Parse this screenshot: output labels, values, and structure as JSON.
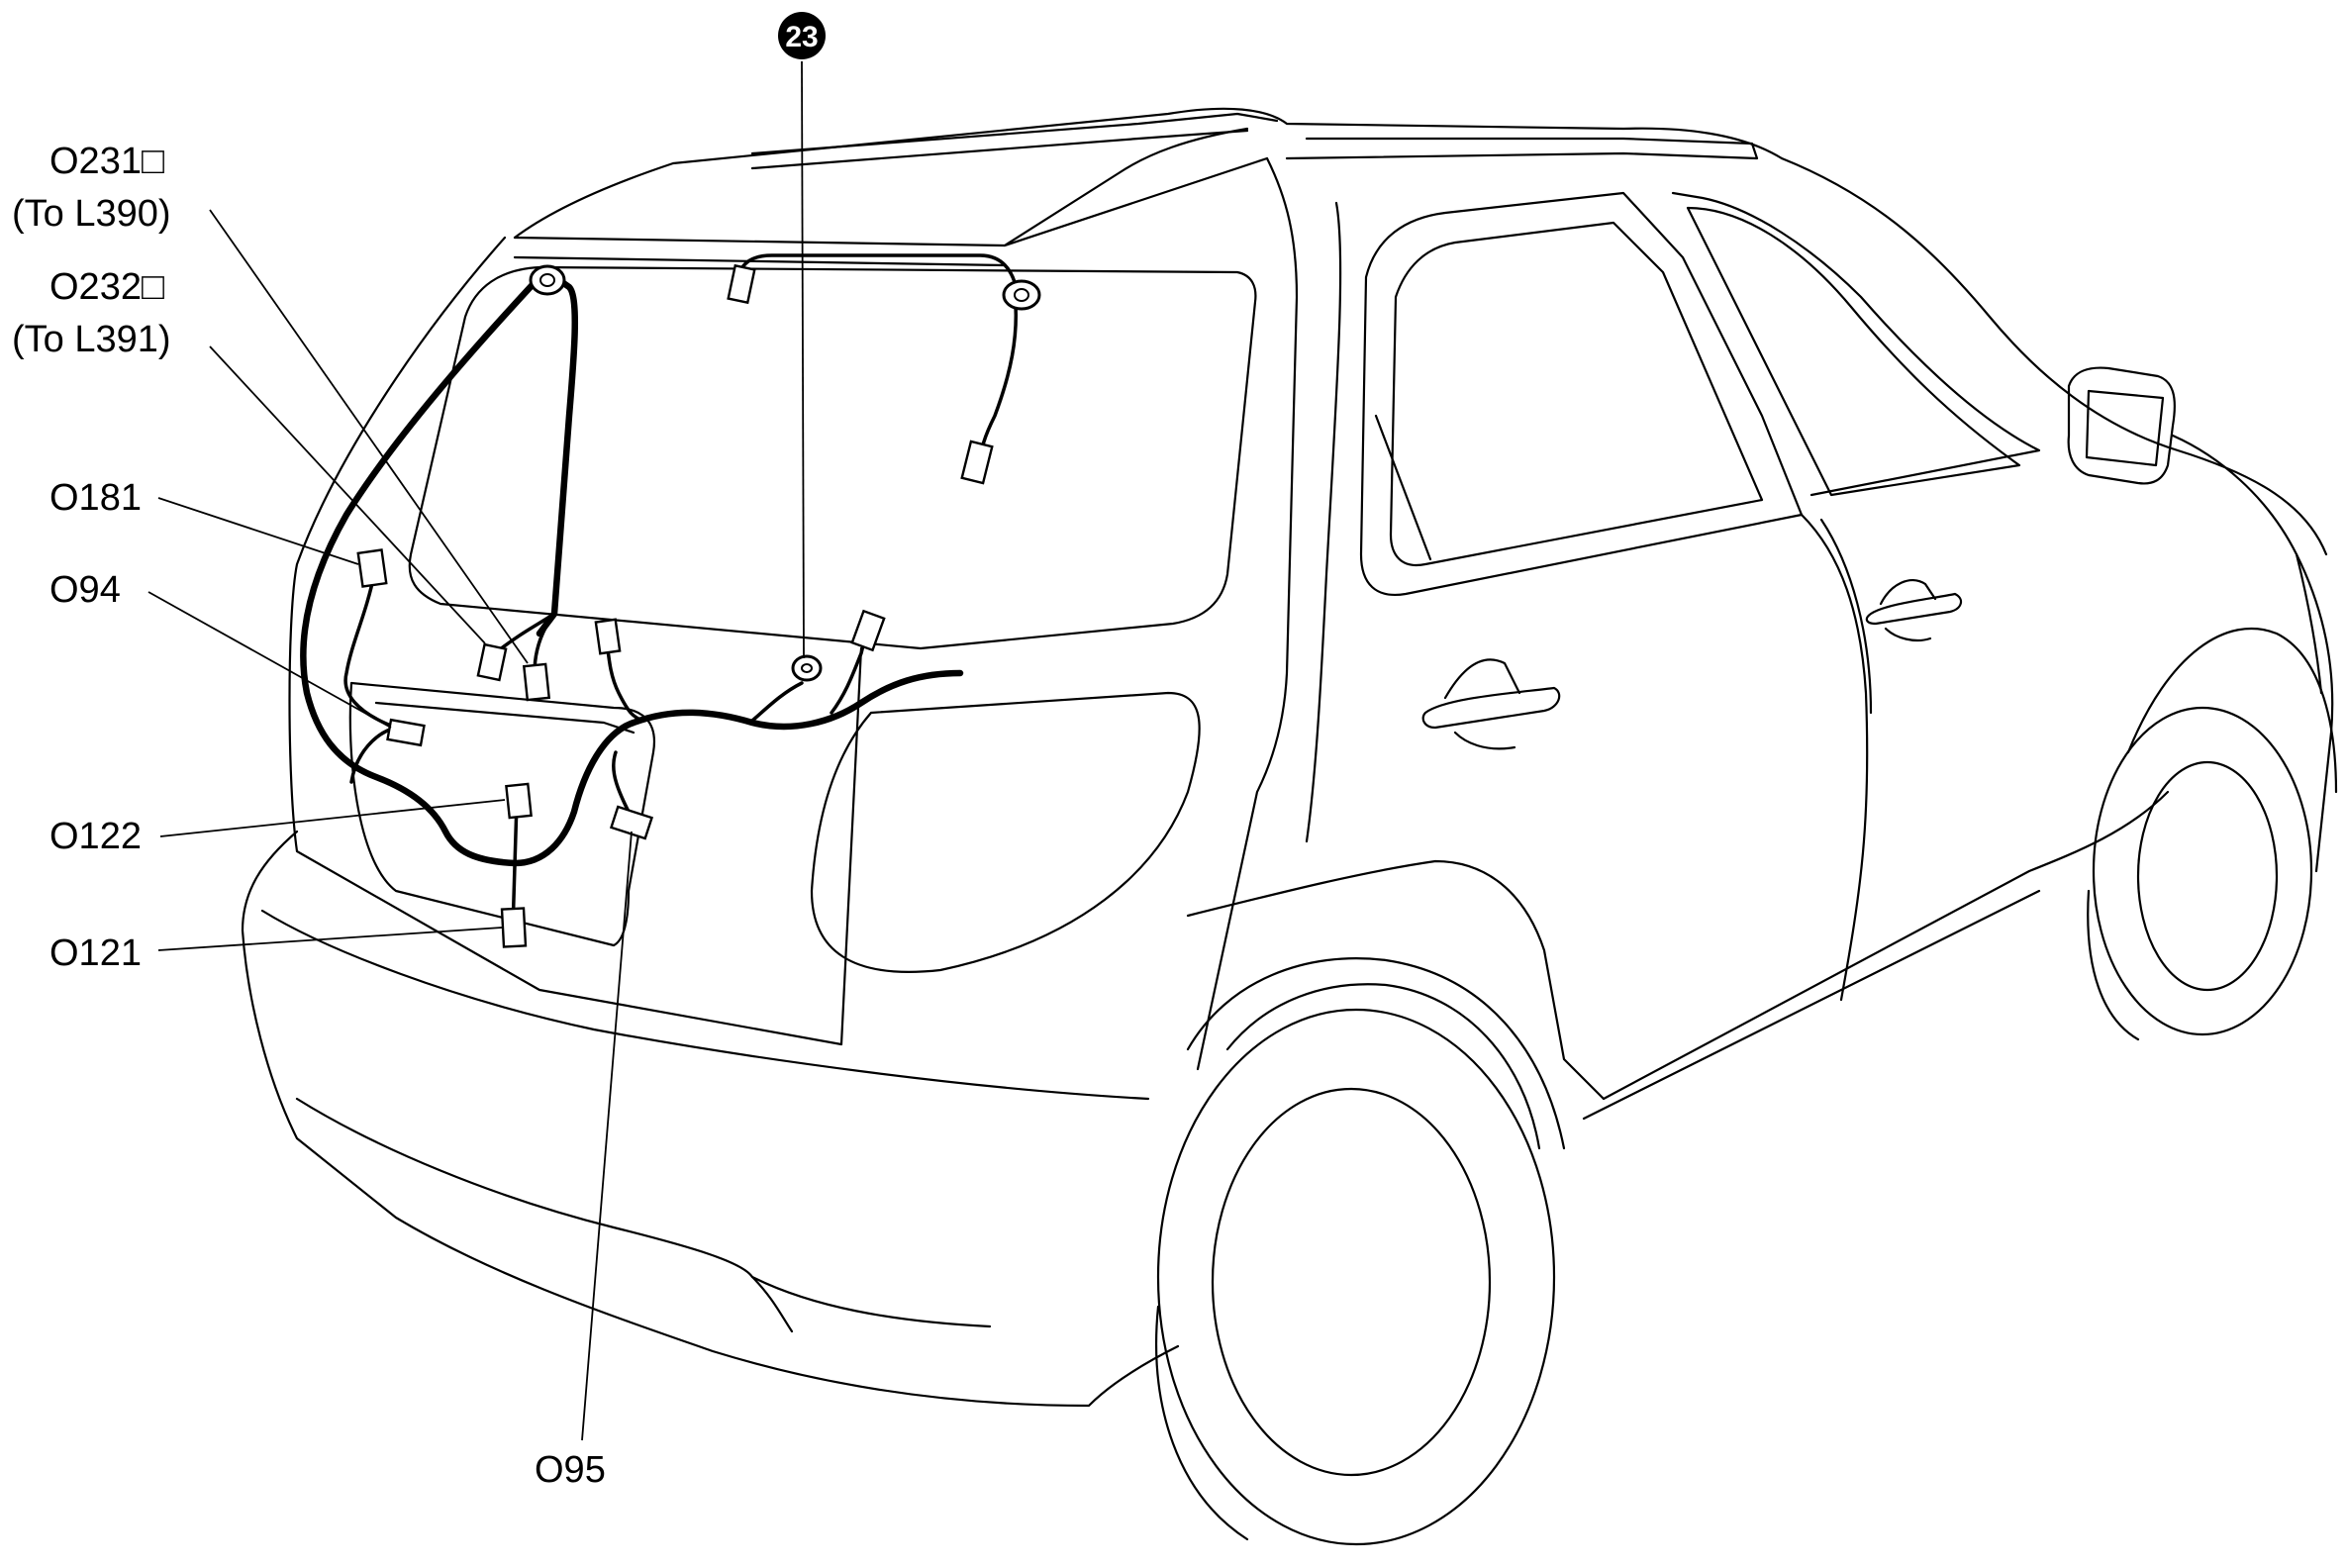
{
  "labels": {
    "o231": "O231□",
    "o231_to": "(To L390)",
    "o232": "O232□",
    "o232_to": "(To L391)",
    "o181": "O181",
    "o94": "O94",
    "o122": "O122",
    "o121": "O121",
    "o95": "O95",
    "ground": "23"
  }
}
